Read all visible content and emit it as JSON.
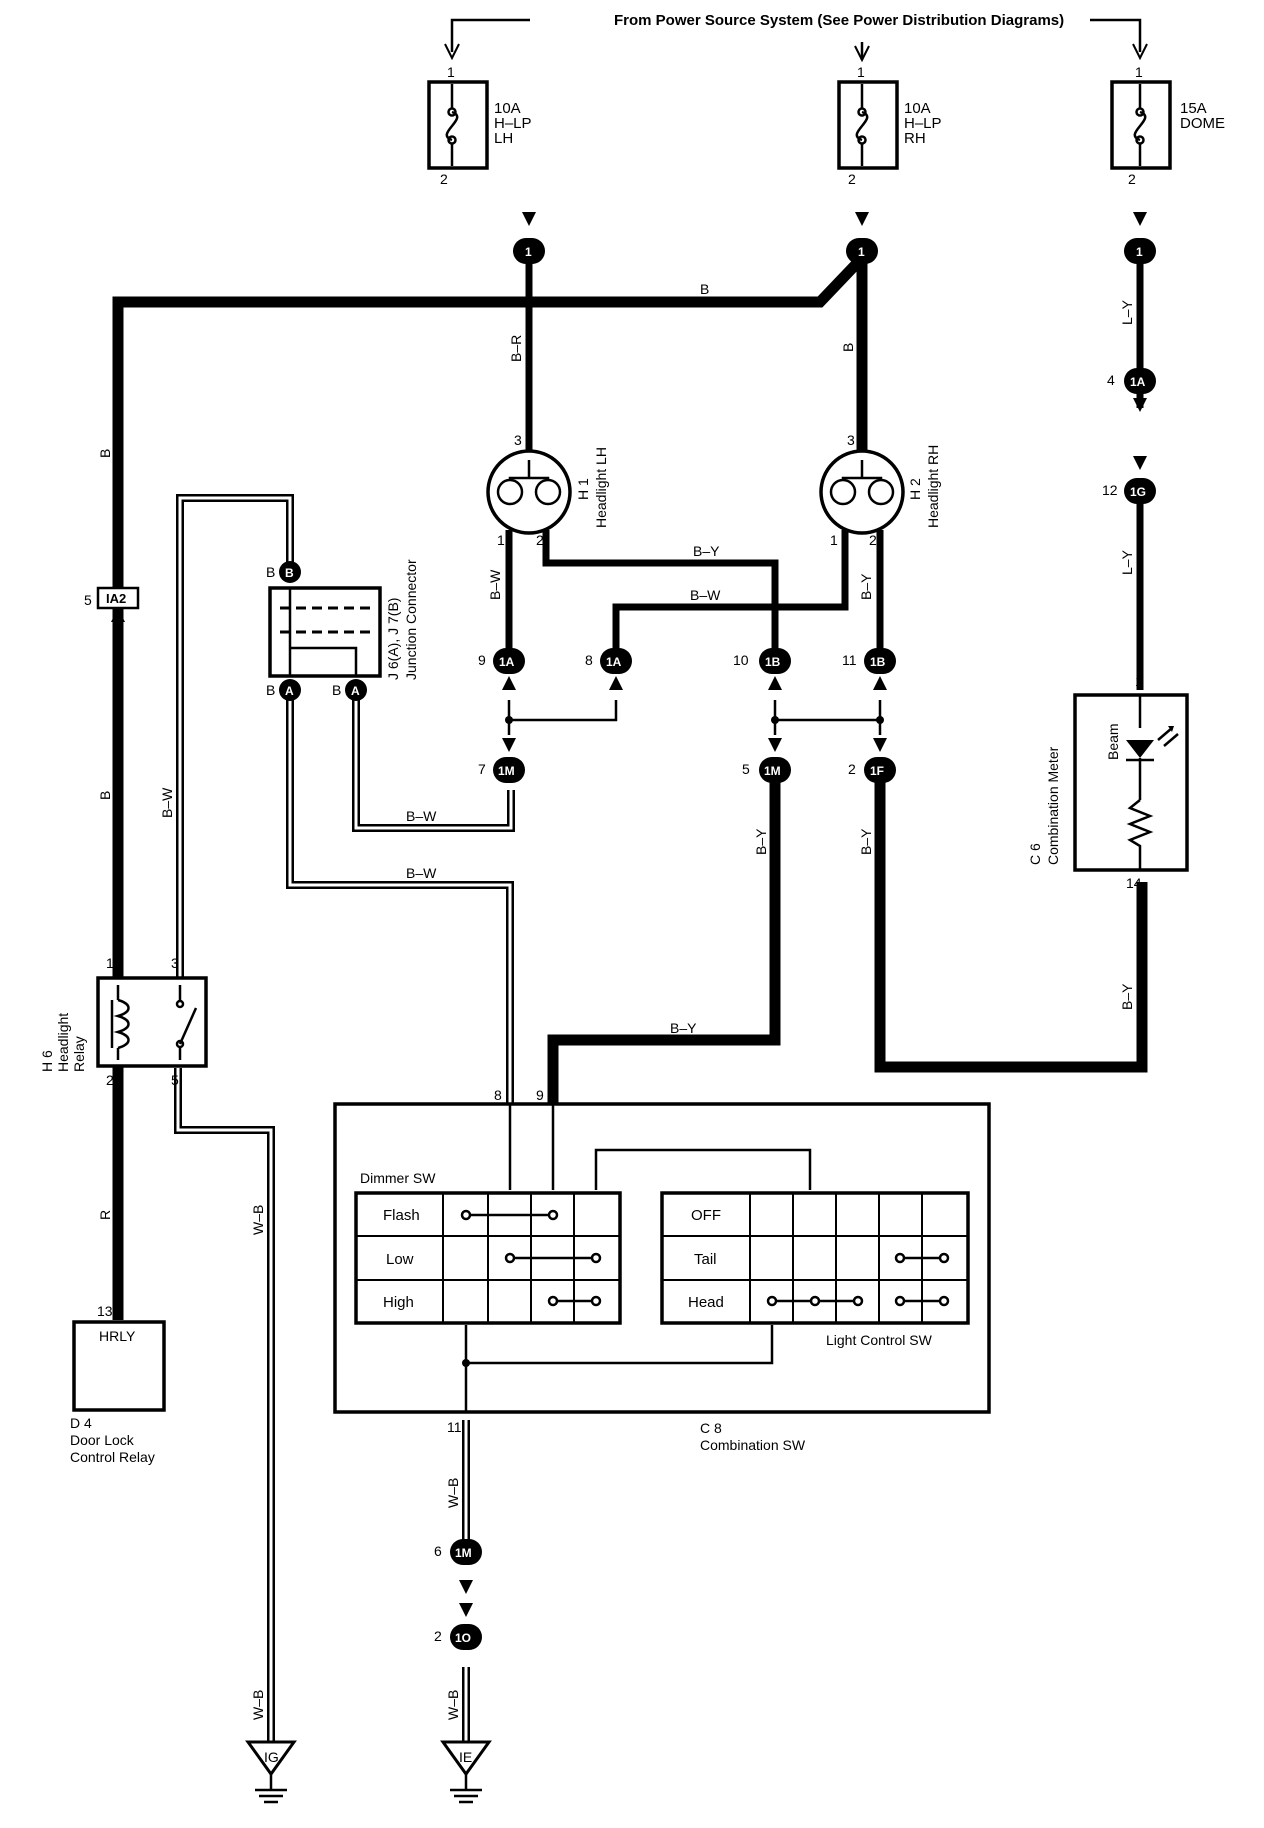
{
  "source_label": "From Power Source System (See Power Distribution Diagrams)",
  "fuses": [
    {
      "id": "fuse-lh",
      "rating": "10A",
      "line1": "H–LP",
      "line2": "LH",
      "pin_in": "1",
      "pin_out": "2"
    },
    {
      "id": "fuse-rh",
      "rating": "10A",
      "line1": "H–LP",
      "line2": "RH",
      "pin_in": "1",
      "pin_out": "2"
    },
    {
      "id": "fuse-dome",
      "rating": "15A",
      "line1": "DOME",
      "line2": "",
      "pin_in": "1",
      "pin_out": "2"
    }
  ],
  "connectors": {
    "c1a": "1",
    "c1b": "1",
    "c1c": "1",
    "c4_1a": "1A",
    "c12_1g": "1G",
    "ia2": "IA2",
    "c9_1a": "1A",
    "c8_1a": "1A",
    "c10_1b": "1B",
    "c11_1b": "1B",
    "c7_1m": "1M",
    "c5_1m": "1M",
    "c2_1f": "1F",
    "c6_1m": "1M",
    "c2_1o": "1O",
    "jb_b": "B",
    "jb_a1": "A",
    "jb_a2": "A"
  },
  "pins": {
    "p4": "4",
    "p12": "12",
    "p5": "5",
    "p9": "9",
    "p8": "8",
    "p10": "10",
    "p11": "11",
    "p7": "7",
    "p5b": "5",
    "p2": "2",
    "p6": "6",
    "p2b": "2",
    "p1": "1",
    "p14": "14",
    "h1_3": "3",
    "h1_1": "1",
    "h1_2": "2",
    "h2_3": "3",
    "h2_1": "1",
    "h2_2": "2",
    "h6_1": "1",
    "h6_3": "3",
    "h6_2": "2",
    "h6_5": "5",
    "c8_8": "8",
    "c8_9": "9",
    "c8_11": "11",
    "d4_13": "13",
    "jb_b_left": "B",
    "jb_a_left": "B",
    "jb_a2_left": "B"
  },
  "wire_colors": {
    "b_top": "B",
    "br": "B–R",
    "b_rh": "B",
    "ly1": "L–Y",
    "ly2": "L–Y",
    "b_left": "B",
    "b_left2": "B",
    "bw_h1": "B–W",
    "by_h1": "B–Y",
    "bw_mid": "B–W",
    "by_h2": "B–Y",
    "bw_jb1": "B–W",
    "bw_jb2": "B–W",
    "by_1m": "B–Y",
    "by_1f": "B–Y",
    "by_c8": "B–Y",
    "by_meter": "B–Y",
    "bw_relay": "B–W",
    "r": "R",
    "wb_relay": "W–B",
    "wb_c8": "W–B",
    "wb_ie": "W–B",
    "wb_ig": "W–B"
  },
  "components": {
    "h1_code": "H 1",
    "h1_name": "Headlight LH",
    "h2_code": "H 2",
    "h2_name": "Headlight RH",
    "jb_code": "J 6(A), J 7(B)",
    "jb_name": "Junction Connector",
    "c6_code": "C 6",
    "c6_name": "Combination Meter",
    "beam": "Beam",
    "h6_code": "H 6",
    "h6_name1": "Headlight",
    "h6_name2": "Relay",
    "d4_code": "D 4",
    "d4_name1": "Door Lock",
    "d4_name2": "Control Relay",
    "d4_term": "HRLY",
    "c8_code": "C 8",
    "c8_name": "Combination SW",
    "dimmer_title": "Dimmer SW",
    "light_title": "Light Control SW"
  },
  "dimmer_rows": [
    "Flash",
    "Low",
    "High"
  ],
  "light_rows": [
    "OFF",
    "Tail",
    "Head"
  ],
  "grounds": {
    "ig": "IG",
    "ie": "IE"
  }
}
